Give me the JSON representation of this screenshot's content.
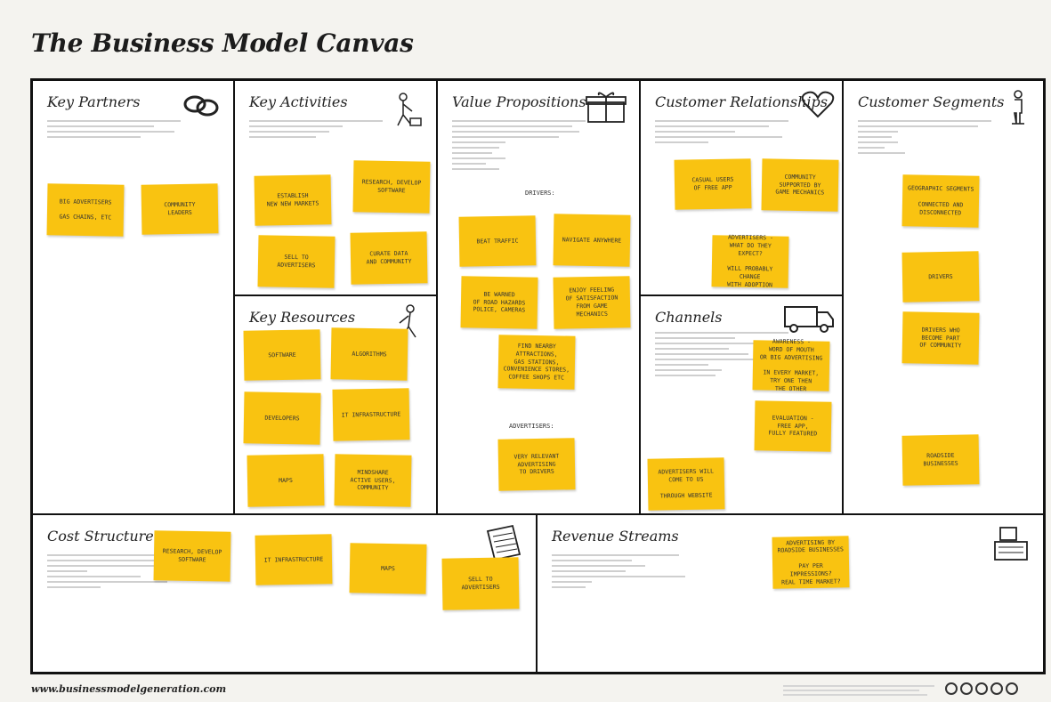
{
  "title": "The Business Model Canvas",
  "footer": {
    "url": "www.businessmodelgeneration.com",
    "license_icons": [
      "cc",
      "by",
      "sa",
      "nc",
      "info"
    ]
  },
  "blocks": {
    "key_partners": {
      "title": "Key Partners",
      "icon": "chain-link-icon"
    },
    "key_activities": {
      "title": "Key Activities",
      "icon": "worker-icon"
    },
    "value_propositions": {
      "title": "Value Propositions",
      "icon": "gift-icon"
    },
    "customer_relationships": {
      "title": "Customer Relationships",
      "icon": "heart-icon"
    },
    "customer_segments": {
      "title": "Customer Segments",
      "icon": "person-icon"
    },
    "key_resources": {
      "title": "Key Resources",
      "icon": "worker-icon"
    },
    "channels": {
      "title": "Channels",
      "icon": "truck-icon"
    },
    "cost_structure": {
      "title": "Cost Structure",
      "icon": "price-tag-icon"
    },
    "revenue_streams": {
      "title": "Revenue Streams",
      "icon": "cash-register-icon"
    }
  },
  "stickies": {
    "kp1": "Big advertisers\n\ngas chains, etc",
    "kp2": "Community\nleaders",
    "ka1": "Establish\nnew new markets",
    "ka2": "Research, develop\nsoftware",
    "ka3": "Sell to\nadvertisers",
    "ka4": "Curate data\nand community",
    "kr1": "Software",
    "kr2": "Algorithms",
    "kr3": "Developers",
    "kr4": "IT infrastructure",
    "kr5": "Maps",
    "kr6": "Mindshare\nactive users,\ncommunity",
    "vp1": "Beat traffic",
    "vp2": "Navigate anywhere",
    "vp3": "Be warned\nof road hazards\npolice, cameras",
    "vp4": "Enjoy feeling\nof satisfaction\nfrom game\nmechanics",
    "vp5": "Find nearby\nattractions,\ngas stations,\nconvenience stores,\ncoffee shops etc",
    "vp6": "Very relevant\nadvertising\nto drivers",
    "cr1": "Casual users\nof free app",
    "cr2": "Community\nsupported by\ngame mechanics",
    "cr3": "Advertisers -\nwhat do they expect?\n\nwill probably change\nwith adoption",
    "ch1": "Awareness -\nword of mouth\nor big advertising\n\nin every market,\ntry one then\nthe other",
    "ch2": "Evaluation -\nfree app,\nfully featured",
    "ch3": "Advertisers will\ncome to us\n\nthrough website",
    "cs1": "Geographic segments\n\nconnected and\ndisconnected",
    "cs2": "Drivers",
    "cs3": "Drivers who\nbecome part\nof community",
    "cs4": "Roadside\nbusinesses",
    "co1": "Research, develop\nsoftware",
    "co2": "IT infrastructure",
    "co3": "Maps",
    "co4": "Sell to\nadvertisers",
    "rs1": "Advertising by\nroadside businesses\n\npay per impressions?\nreal time market?"
  },
  "labels": {
    "drivers": "Drivers:",
    "advertisers": "Advertisers:"
  },
  "colors": {
    "sticky": "#f9c311",
    "border": "#111111",
    "background": "#f4f3ef"
  }
}
